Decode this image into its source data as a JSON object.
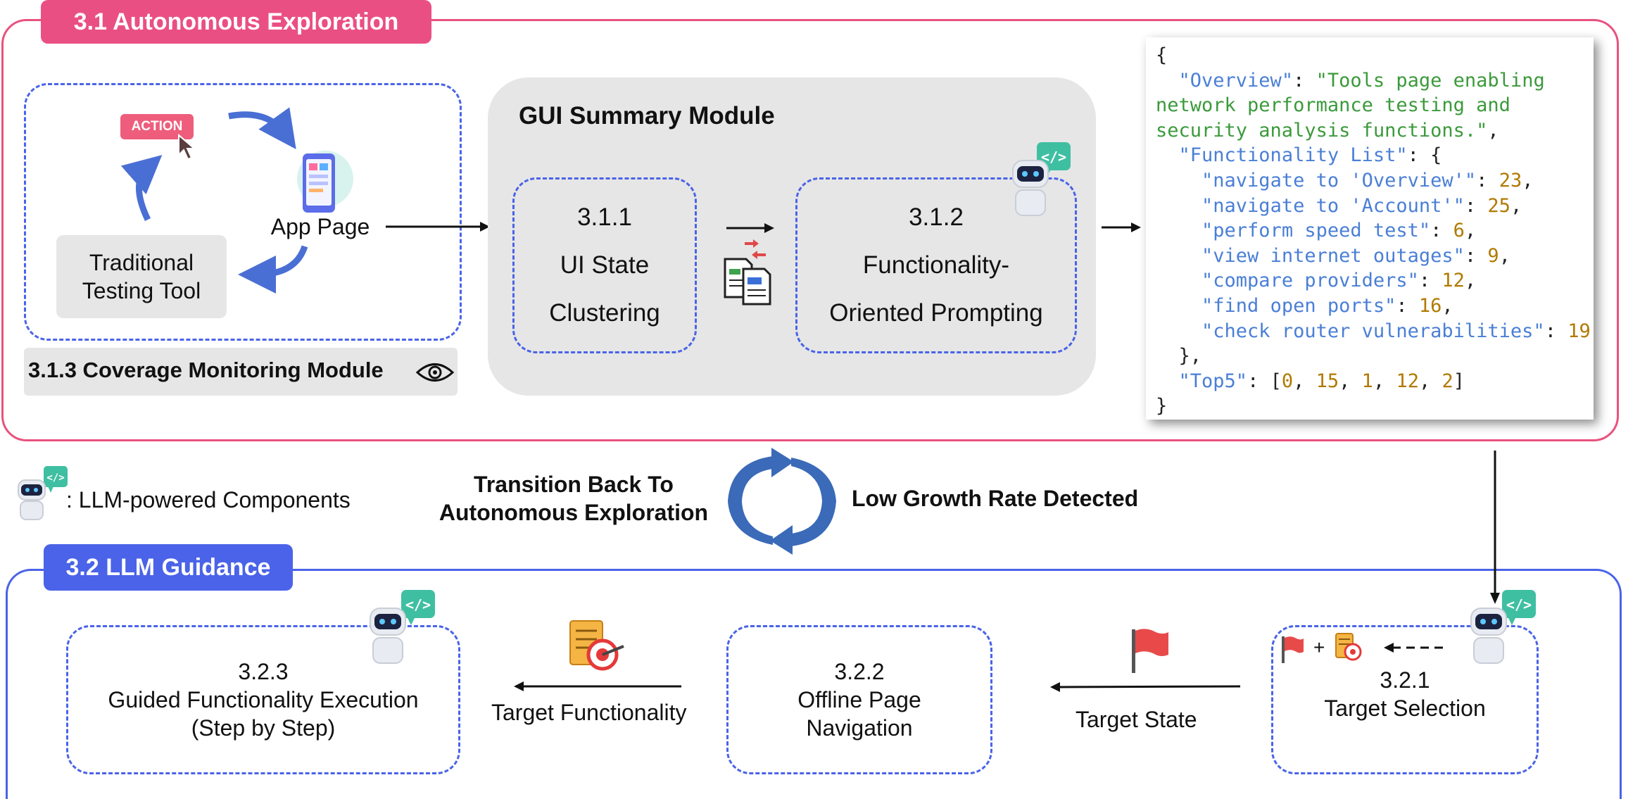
{
  "sections": {
    "autonomous": "3.1 Autonomous Exploration",
    "guidance": "3.2 LLM Guidance"
  },
  "exploration": {
    "action_label": "ACTION",
    "app_page": "App Page",
    "traditional_tool": [
      "Traditional",
      "Testing Tool"
    ],
    "coverage_module": "3.1.3 Coverage Monitoring Module"
  },
  "gui_summary": {
    "title": "GUI Summary Module",
    "ui_state": [
      "3.1.1",
      "UI State",
      "Clustering"
    ],
    "prompting": [
      "3.1.2",
      "Functionality-",
      "Oriented Prompting"
    ]
  },
  "code_output": {
    "open": "{",
    "overview_key": "\"Overview\"",
    "overview_val": [
      "\"Tools page enabling",
      "network performance testing and",
      "security analysis functions.\""
    ],
    "list_key": "\"Functionality List\"",
    "functionalities": [
      {
        "name": "\"navigate to 'Overview'\"",
        "value": "23"
      },
      {
        "name": "\"navigate to 'Account'\"",
        "value": "25"
      },
      {
        "name": "\"perform speed test\"",
        "value": "6"
      },
      {
        "name": "\"view internet outages\"",
        "value": "9"
      },
      {
        "name": "\"compare providers\"",
        "value": "12"
      },
      {
        "name": "\"find open ports\"",
        "value": "16"
      },
      {
        "name": "\"check router vulnerabilities\"",
        "value": "19"
      }
    ],
    "list_close": "},",
    "top5_key": "\"Top5\"",
    "top5": [
      "0",
      "15",
      "1",
      "12",
      "2"
    ],
    "close": "}"
  },
  "legend": {
    "llm_components": ": LLM-powered Components"
  },
  "transition": {
    "back": [
      "Transition Back To",
      "Autonomous Exploration"
    ],
    "low_growth": "Low Growth Rate Detected"
  },
  "guidance": {
    "execution": [
      "3.2.3",
      "Guided Functionality Execution",
      "(Step by Step)"
    ],
    "target_functionality": "Target Functionality",
    "navigation": [
      "3.2.2",
      "Offline Page",
      "Navigation"
    ],
    "target_state": "Target State",
    "selection": [
      "3.2.1",
      "Target Selection"
    ],
    "plus": "+"
  },
  "colors": {
    "pink": "#ea4f83",
    "blue": "#4a63e8",
    "arrow_blue": "#4a6fd4",
    "gray": "#e6e6e6",
    "flag_red": "#e84a4a",
    "robot_badge": "#3fbfa2"
  }
}
